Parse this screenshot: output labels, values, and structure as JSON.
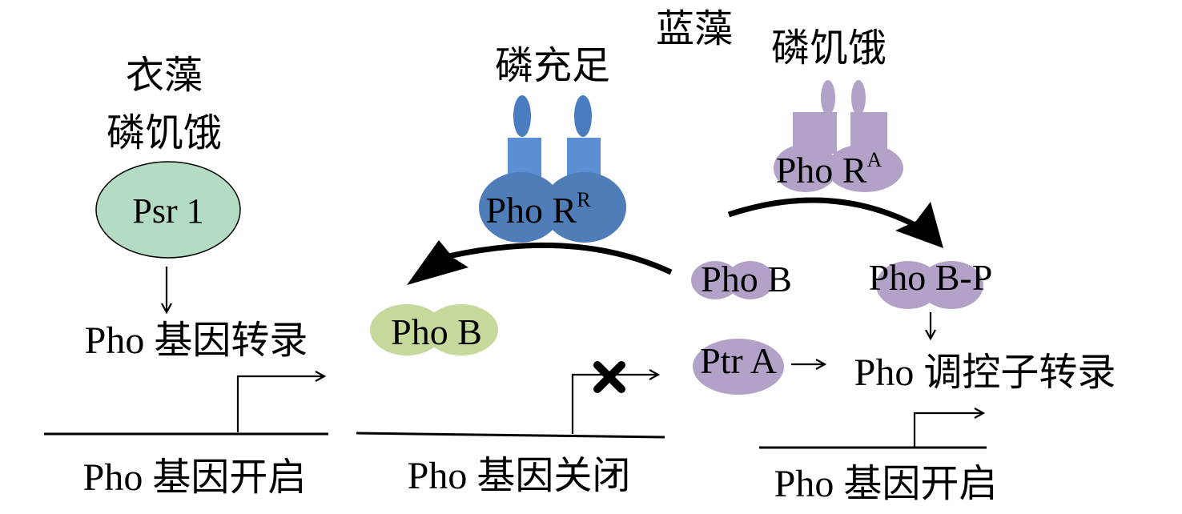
{
  "colors": {
    "psr1_fill": "#b3dcc3",
    "phoR_R_body": "#4e7db8",
    "phoR_R_mid": "#5b8fd4",
    "phoR_R_light": "#4a7cc0",
    "pho_lavender": "#b3a2c7",
    "phoB_green": "#c5d99c",
    "ink": "#000000"
  },
  "icons": [
    "cross-icon",
    "promoter-arrow-icon"
  ],
  "left_panel": {
    "organism": "衣藻",
    "condition": "磷饥饿",
    "protein": "Psr 1",
    "transcription": "Pho 基因转录",
    "gene_state": "Pho 基因开启"
  },
  "middle_panel": {
    "condition": "磷充足",
    "receptor": "Pho R",
    "receptor_sup": "R",
    "bound_protein": "Pho B",
    "gene_state": "Pho 基因关闭"
  },
  "right_panel": {
    "organism": "蓝藻",
    "condition": "磷饥饿",
    "receptor": "Pho R",
    "receptor_sup": "A",
    "phoB": "Pho B",
    "phoB_P": "Pho B-P",
    "ptrA": "Ptr A",
    "regulator": "Pho 调控子转录",
    "gene_state": "Pho 基因开启"
  }
}
